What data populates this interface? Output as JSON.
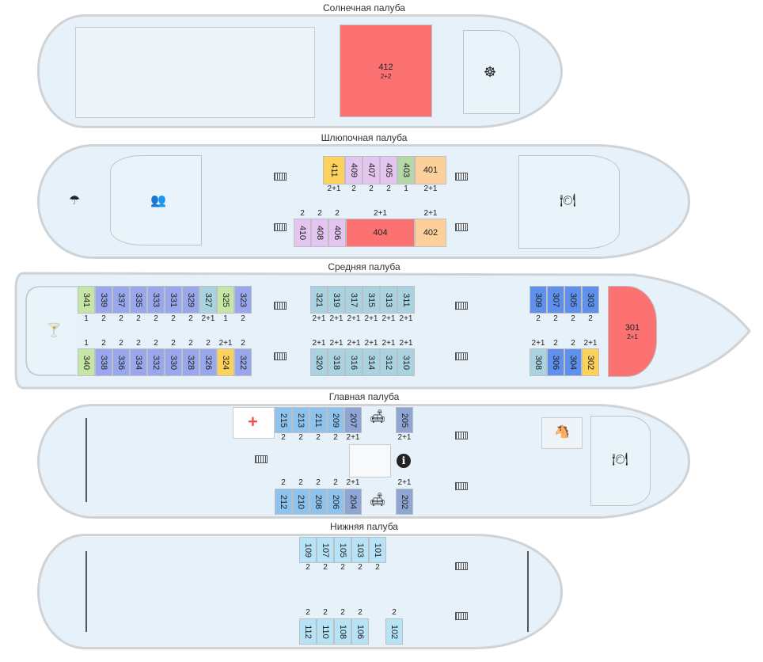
{
  "decks": {
    "sun": "Солнечная палуба",
    "boat": "Шлюпочная палуба",
    "middle": "Средняя палуба",
    "main": "Главная палуба",
    "lower": "Нижняя палуба"
  },
  "sun": {
    "suite": {
      "num": "412",
      "cap": "2+2"
    }
  },
  "boat": {
    "top": [
      {
        "num": "411",
        "cap": "2+1"
      },
      {
        "num": "409",
        "cap": "2"
      },
      {
        "num": "407",
        "cap": "2"
      },
      {
        "num": "405",
        "cap": "2"
      },
      {
        "num": "403",
        "cap": "1"
      },
      {
        "num": "401",
        "cap": "2+1"
      }
    ],
    "bottom": [
      {
        "num": "410",
        "cap": "2"
      },
      {
        "num": "408",
        "cap": "2"
      },
      {
        "num": "406",
        "cap": "2"
      },
      {
        "num": "404",
        "cap": "2+1"
      },
      {
        "num": "402",
        "cap": "2+1"
      }
    ]
  },
  "middle": {
    "aft_top": [
      {
        "num": "341",
        "cap": "1"
      },
      {
        "num": "339",
        "cap": "2"
      },
      {
        "num": "337",
        "cap": "2"
      },
      {
        "num": "335",
        "cap": "2"
      },
      {
        "num": "333",
        "cap": "2"
      },
      {
        "num": "331",
        "cap": "2"
      },
      {
        "num": "329",
        "cap": "2"
      },
      {
        "num": "327",
        "cap": "2+1"
      },
      {
        "num": "325",
        "cap": "1"
      },
      {
        "num": "323",
        "cap": "2"
      }
    ],
    "aft_bottom": [
      {
        "num": "340",
        "cap": "1"
      },
      {
        "num": "338",
        "cap": "2"
      },
      {
        "num": "336",
        "cap": "2"
      },
      {
        "num": "334",
        "cap": "2"
      },
      {
        "num": "332",
        "cap": "2"
      },
      {
        "num": "330",
        "cap": "2"
      },
      {
        "num": "328",
        "cap": "2"
      },
      {
        "num": "326",
        "cap": "2"
      },
      {
        "num": "324",
        "cap": "2+1"
      },
      {
        "num": "322",
        "cap": "2"
      }
    ],
    "mid_top": [
      {
        "num": "321",
        "cap": "2+1"
      },
      {
        "num": "319",
        "cap": "2+1"
      },
      {
        "num": "317",
        "cap": "2+1"
      },
      {
        "num": "315",
        "cap": "2+1"
      },
      {
        "num": "313",
        "cap": "2+1"
      },
      {
        "num": "311",
        "cap": "2+1"
      }
    ],
    "mid_bottom": [
      {
        "num": "320",
        "cap": "2+1"
      },
      {
        "num": "318",
        "cap": "2+1"
      },
      {
        "num": "316",
        "cap": "2+1"
      },
      {
        "num": "314",
        "cap": "2+1"
      },
      {
        "num": "312",
        "cap": "2+1"
      },
      {
        "num": "310",
        "cap": "2+1"
      }
    ],
    "fwd_top": [
      {
        "num": "309",
        "cap": "2"
      },
      {
        "num": "307",
        "cap": "2"
      },
      {
        "num": "305",
        "cap": "2"
      },
      {
        "num": "303",
        "cap": "2"
      }
    ],
    "fwd_bottom": [
      {
        "num": "308",
        "cap": "2+1"
      },
      {
        "num": "306",
        "cap": "2"
      },
      {
        "num": "304",
        "cap": "2"
      },
      {
        "num": "302",
        "cap": "2+1"
      }
    ],
    "suite": {
      "num": "301",
      "cap": "2+1"
    }
  },
  "main": {
    "top": [
      {
        "num": "215",
        "cap": "2"
      },
      {
        "num": "213",
        "cap": "2"
      },
      {
        "num": "211",
        "cap": "2"
      },
      {
        "num": "209",
        "cap": "2"
      },
      {
        "num": "207",
        "cap": "2+1"
      }
    ],
    "top_right": {
      "num": "205",
      "cap": "2+1"
    },
    "bottom": [
      {
        "num": "212",
        "cap": "2"
      },
      {
        "num": "210",
        "cap": "2"
      },
      {
        "num": "208",
        "cap": "2"
      },
      {
        "num": "206",
        "cap": "2"
      },
      {
        "num": "204",
        "cap": "2+1"
      }
    ],
    "bottom_right": {
      "num": "202",
      "cap": "2+1"
    }
  },
  "lower": {
    "top": [
      {
        "num": "109",
        "cap": "2"
      },
      {
        "num": "107",
        "cap": "2"
      },
      {
        "num": "105",
        "cap": "2"
      },
      {
        "num": "103",
        "cap": "2"
      },
      {
        "num": "101",
        "cap": "2"
      }
    ],
    "bottom": [
      {
        "num": "112",
        "cap": "2"
      },
      {
        "num": "110",
        "cap": "2"
      },
      {
        "num": "108",
        "cap": "2"
      },
      {
        "num": "106",
        "cap": "2"
      }
    ],
    "bottom_right": {
      "num": "102",
      "cap": "2"
    }
  },
  "icons": {
    "wheel": "☸",
    "umbrella": "☂",
    "conference": "👥",
    "dining": "🍽",
    "cocktail": "🍸",
    "medical": "+",
    "sofa": "🛋",
    "info": "ℹ",
    "kids": "🐴"
  },
  "colors": {
    "blue": "#99a8ec",
    "green": "#c5e6a5",
    "yellow": "#fcd25c",
    "orange": "#fccf9b",
    "pink": "#e4c5ef",
    "red": "#fc7272",
    "teal": "#a9d3e0",
    "royal": "#5f90eb",
    "sky": "#8ec3ee",
    "steel": "#8fa6d5",
    "light": "#b7e3f7",
    "sage": "#b5d9a6"
  }
}
